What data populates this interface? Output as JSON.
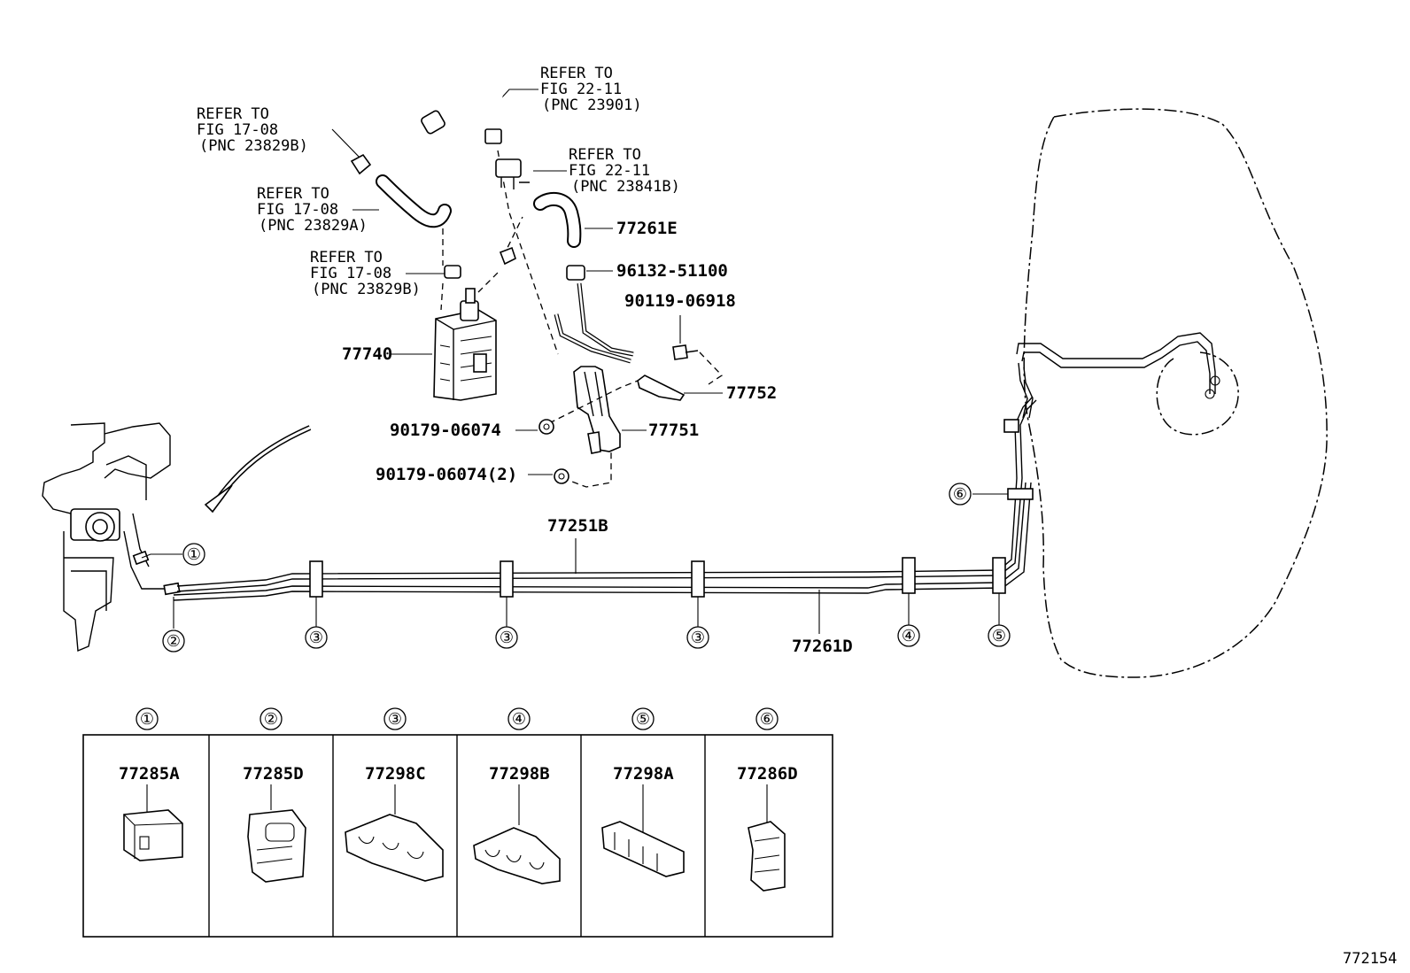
{
  "refers": [
    {
      "l1": "REFER TO",
      "l2": "FIG 22-11",
      "l3": "(PNC 23901)"
    },
    {
      "l1": "REFER TO",
      "l2": "FIG 17-08",
      "l3": "(PNC 23829B)"
    },
    {
      "l1": "REFER TO",
      "l2": "FIG 22-11",
      "l3": "(PNC 23841B)"
    },
    {
      "l1": "REFER TO",
      "l2": "FIG 17-08",
      "l3": "(PNC 23829A)"
    },
    {
      "l1": "REFER TO",
      "l2": "FIG 17-08",
      "l3": "(PNC 23829B)"
    }
  ],
  "parts": {
    "p77261E": "77261E",
    "p96132": "96132-51100",
    "p90119": "90119-06918",
    "p77740": "77740",
    "p77752": "77752",
    "p90179a": "90179-06074",
    "p77751": "77751",
    "p90179b": "90179-06074(2)",
    "p77251B": "77251B",
    "p77261D": "77261D"
  },
  "callouts": [
    "①",
    "②",
    "③",
    "④",
    "⑤",
    "⑥"
  ],
  "table": [
    {
      "num": "①",
      "part": "77285A"
    },
    {
      "num": "②",
      "part": "77285D"
    },
    {
      "num": "③",
      "part": "77298C"
    },
    {
      "num": "④",
      "part": "77298B"
    },
    {
      "num": "⑤",
      "part": "77298A"
    },
    {
      "num": "⑥",
      "part": "77286D"
    }
  ],
  "figure_id": "772154"
}
